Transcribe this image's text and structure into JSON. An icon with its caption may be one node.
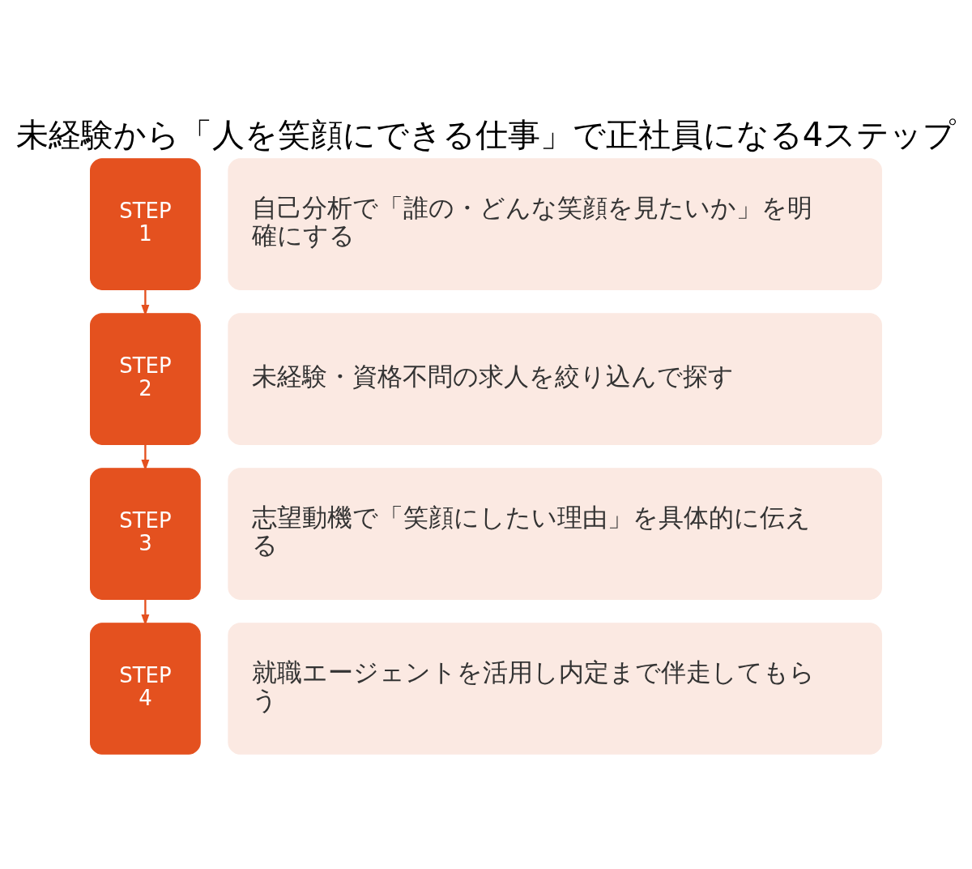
{
  "diagram": {
    "title": "未経験から「人を笑顔にできる仕事」で正社員になる4ステップ",
    "nodes": [
      {
        "text": [
          "STEP",
          "1"
        ]
      },
      {
        "text": [
          "自己分析で「誰の・どんな笑顔を見たいか」を明確にする"
        ]
      },
      {
        "text": [
          "STEP",
          "2"
        ]
      },
      {
        "text": [
          "未経験・資格不問の求人を絞り込んで探す"
        ]
      },
      {
        "text": [
          "STEP",
          "3"
        ]
      },
      {
        "text": [
          "志望動機で「笑顔にしたい理由」を具体的に伝える"
        ]
      },
      {
        "text": [
          "STEP",
          "4"
        ]
      },
      {
        "text": [
          "就職エージェントを活用し内定まで伴走してもらう"
        ]
      }
    ],
    "edges": [
      {
        "from": 0,
        "to": 2,
        "arrow": "to"
      },
      {
        "from": 2,
        "to": 4,
        "arrow": "to"
      },
      {
        "from": 4,
        "to": 6,
        "arrow": "to"
      }
    ]
  }
}
